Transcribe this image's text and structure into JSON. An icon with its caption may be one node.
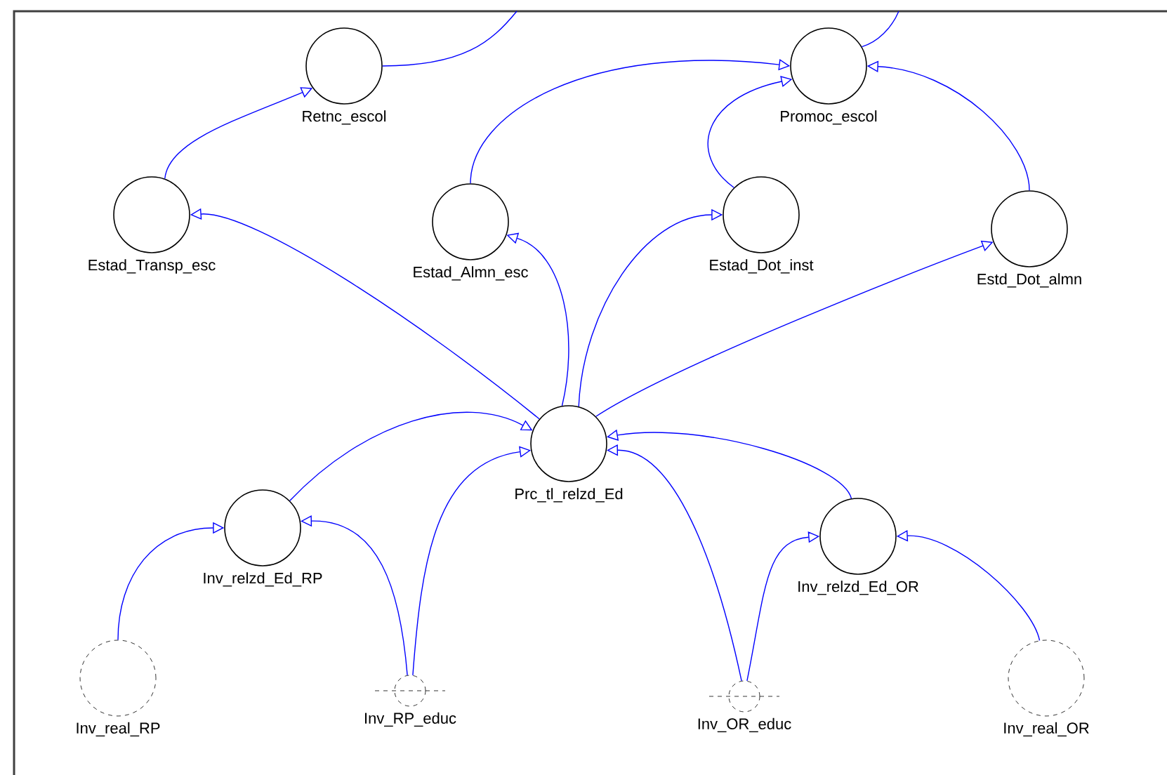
{
  "diagram": {
    "nodes": [
      {
        "text": [
          "Retnc_escol"
        ]
      },
      {
        "text": [
          "Promoc_escol"
        ]
      },
      {
        "text": [
          "Estad_Transp_esc"
        ]
      },
      {
        "text": [
          "Estad_Almn_esc"
        ]
      },
      {
        "text": [
          "Estad_Dot_inst"
        ]
      },
      {
        "text": [
          "Estd_Dot_almn"
        ]
      },
      {
        "text": [
          "Prc_tl_relzd_Ed"
        ]
      },
      {
        "text": [
          "Inv_relzd_Ed_RP"
        ]
      },
      {
        "text": [
          "Inv_relzd_Ed_OR"
        ]
      },
      {
        "text": [
          "Inv_real_RP"
        ]
      },
      {
        "text": [
          "Inv_RP_educ"
        ]
      },
      {
        "text": [
          "Inv_OR_educ"
        ]
      },
      {
        "text": [
          "Inv_real_OR"
        ]
      }
    ],
    "edges": [
      {
        "from": 0,
        "to": null,
        "arrow": "none"
      },
      {
        "from": 1,
        "to": null,
        "arrow": "none"
      },
      {
        "from": 3,
        "to": 1,
        "arrow": "to"
      },
      {
        "from": 2,
        "to": 0,
        "arrow": "to"
      },
      {
        "from": 4,
        "to": 1,
        "arrow": "to"
      },
      {
        "from": 5,
        "to": 1,
        "arrow": "to"
      },
      {
        "from": 6,
        "to": 2,
        "arrow": "to"
      },
      {
        "from": 6,
        "to": 3,
        "arrow": "to"
      },
      {
        "from": 6,
        "to": 4,
        "arrow": "to"
      },
      {
        "from": 6,
        "to": 5,
        "arrow": "to"
      },
      {
        "from": 7,
        "to": 6,
        "arrow": "to"
      },
      {
        "from": 10,
        "to": 6,
        "arrow": "to"
      },
      {
        "from": 10,
        "to": 7,
        "arrow": "to"
      },
      {
        "from": 9,
        "to": 7,
        "arrow": "to"
      },
      {
        "from": 11,
        "to": 6,
        "arrow": "to"
      },
      {
        "from": 11,
        "to": 8,
        "arrow": "to"
      },
      {
        "from": 8,
        "to": 6,
        "arrow": "to"
      },
      {
        "from": 12,
        "to": 8,
        "arrow": "to"
      }
    ]
  }
}
